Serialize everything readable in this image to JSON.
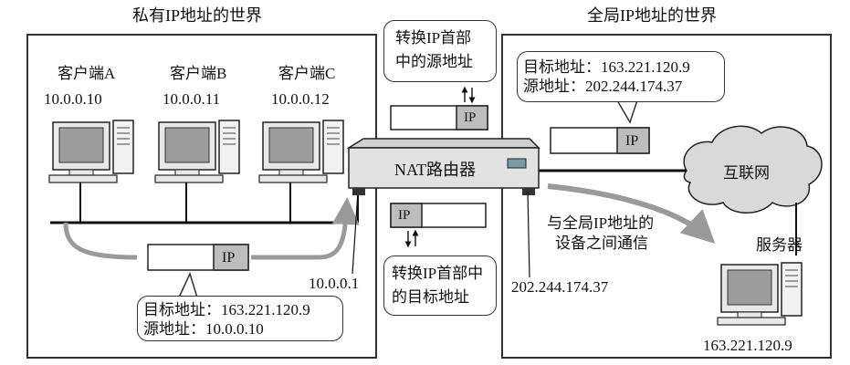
{
  "private_world": {
    "title": "私有IP地址的世界",
    "clients": [
      {
        "label": "客户端A",
        "ip": "10.0.0.10"
      },
      {
        "label": "客户端B",
        "ip": "10.0.0.11"
      },
      {
        "label": "客户端C",
        "ip": "10.0.0.12"
      }
    ],
    "packet_label": "IP",
    "router_inner_ip": "10.0.0.1",
    "bubble": {
      "dest": "目标地址：163.221.120.9",
      "src": "源地址：10.0.0.10"
    }
  },
  "global_world": {
    "title": "全局IP地址的世界",
    "bubble": {
      "dest": "目标地址：163.221.120.9",
      "src": "源地址：202.244.174.37"
    },
    "packet_label": "IP",
    "internet_label": "互联网",
    "server_label": "服务器",
    "server_ip": "163.221.120.9",
    "comm_note": [
      "与全局IP地址的",
      "设备之间通信"
    ],
    "router_outer_ip": "202.244.174.37"
  },
  "router": {
    "label": "NAT路由器",
    "top_note": [
      "转换IP首部",
      "中的源地址"
    ],
    "bottom_note": [
      "转换IP首部中",
      "的目标地址"
    ],
    "packet_top": "IP",
    "packet_bottom": "IP"
  }
}
